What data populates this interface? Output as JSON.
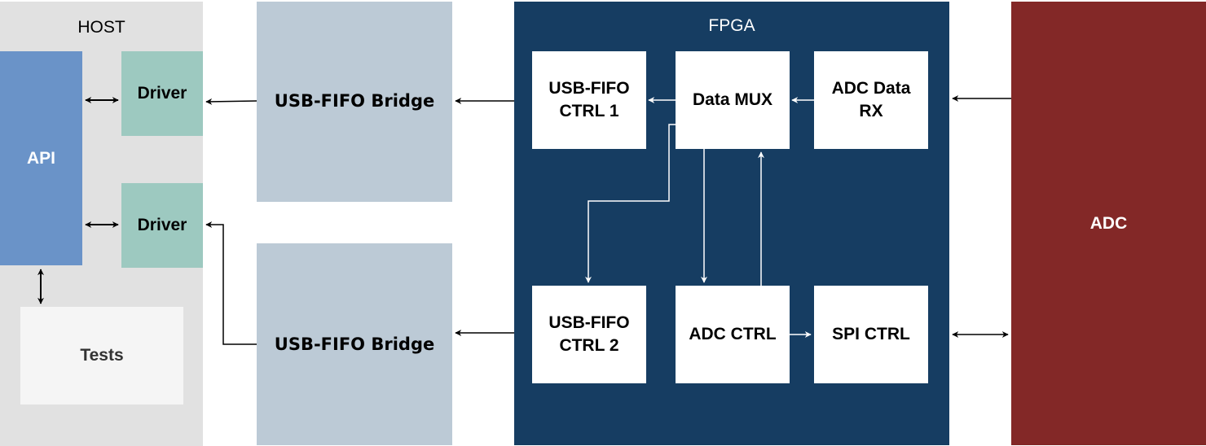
{
  "host": {
    "title": "HOST",
    "api_label": "API",
    "driver_top_label": "Driver",
    "driver_bottom_label": "Driver",
    "tests_label": "Tests"
  },
  "bridges": {
    "top_label": "USB-FIFO Bridge",
    "bottom_label": "USB-FIFO Bridge"
  },
  "fpga": {
    "title": "FPGA",
    "usb_fifo_ctrl_1": [
      "USB-FIFO",
      "CTRL 1"
    ],
    "data_mux": "Data MUX",
    "adc_data_rx": [
      "ADC Data",
      "RX"
    ],
    "usb_fifo_ctrl_2": [
      "USB-FIFO",
      "CTRL 2"
    ],
    "adc_ctrl": "ADC CTRL",
    "spi_ctrl": "SPI CTRL"
  },
  "adc": {
    "label": "ADC"
  },
  "colors": {
    "host_bg": "#e1e1e1",
    "api": "#6a93c8",
    "driver": "#9dc9c0",
    "tests": "#f5f5f5",
    "bridge": "#bccad6",
    "fpga_bg": "#163d62",
    "adc": "#832827"
  }
}
